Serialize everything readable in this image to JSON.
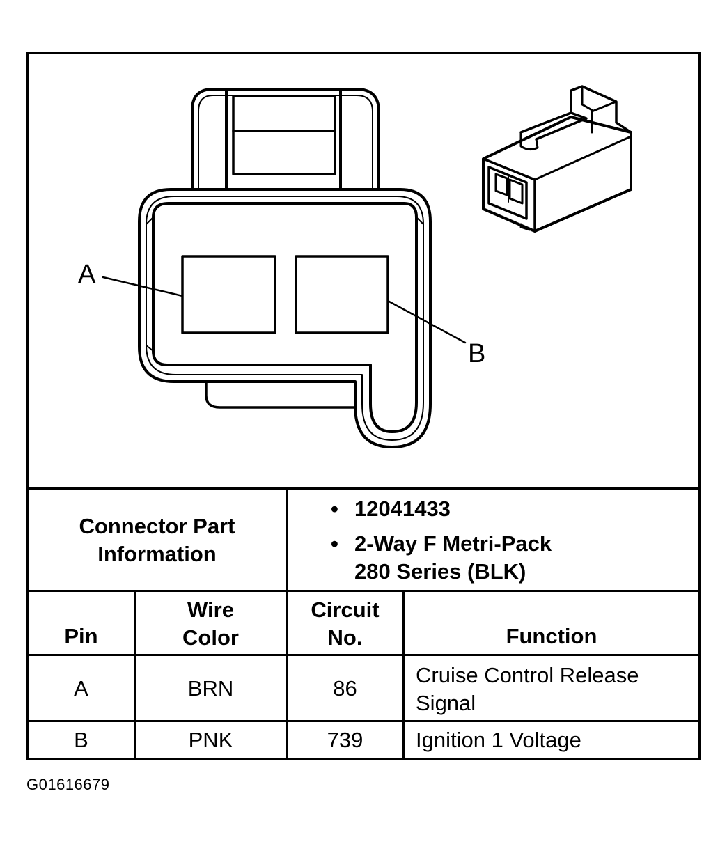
{
  "diagram": {
    "pin_labels": [
      "A",
      "B"
    ]
  },
  "part_info": {
    "header": "Connector Part Information",
    "header_line1": "Connector Part",
    "header_line2": "Information",
    "bullet_symbol": "•",
    "items": [
      {
        "line1": "12041433",
        "line2": ""
      },
      {
        "line1": "2-Way F Metri-Pack",
        "line2": "280 Series (BLK)"
      }
    ]
  },
  "table": {
    "headers": {
      "pin": "Pin",
      "wire_color_line1": "Wire",
      "wire_color_line2": "Color",
      "circuit_line1": "Circuit",
      "circuit_line2": "No.",
      "function": "Function"
    },
    "rows": [
      {
        "pin": "A",
        "wire_color": "BRN",
        "circuit": "86",
        "function_line1": "Cruise Control Release",
        "function_line2": "Signal"
      },
      {
        "pin": "B",
        "wire_color": "PNK",
        "circuit": "739",
        "function_line1": "Ignition 1 Voltage",
        "function_line2": ""
      }
    ]
  },
  "figure_id": "G01616679"
}
